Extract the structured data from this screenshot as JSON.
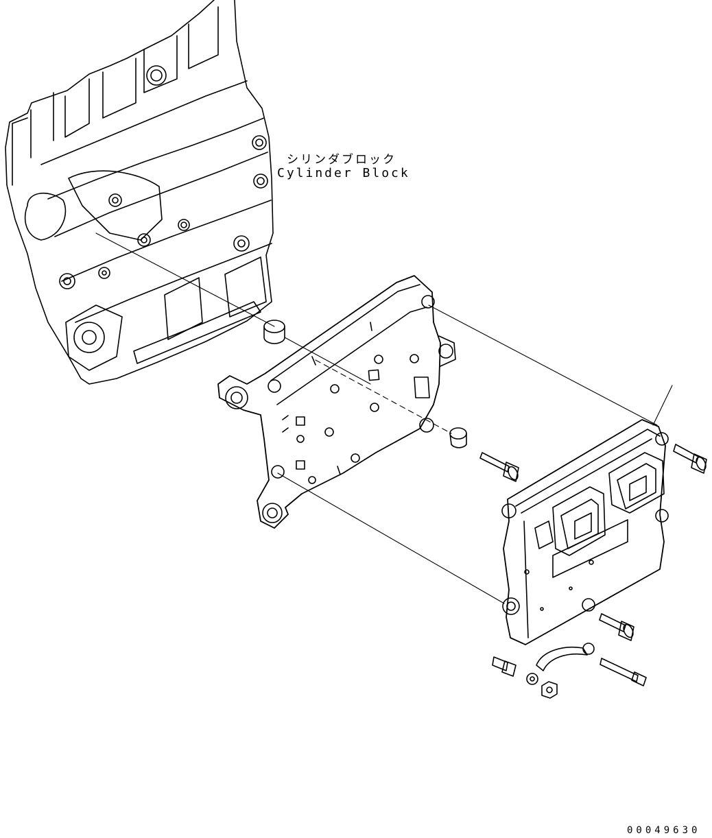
{
  "labels": {
    "cylinder_block_jp": "シリンダブロック",
    "cylinder_block_en": "Cylinder Block"
  },
  "drawing_number": "00049630",
  "colors": {
    "line": "#000000",
    "fill": "#ffffff"
  }
}
